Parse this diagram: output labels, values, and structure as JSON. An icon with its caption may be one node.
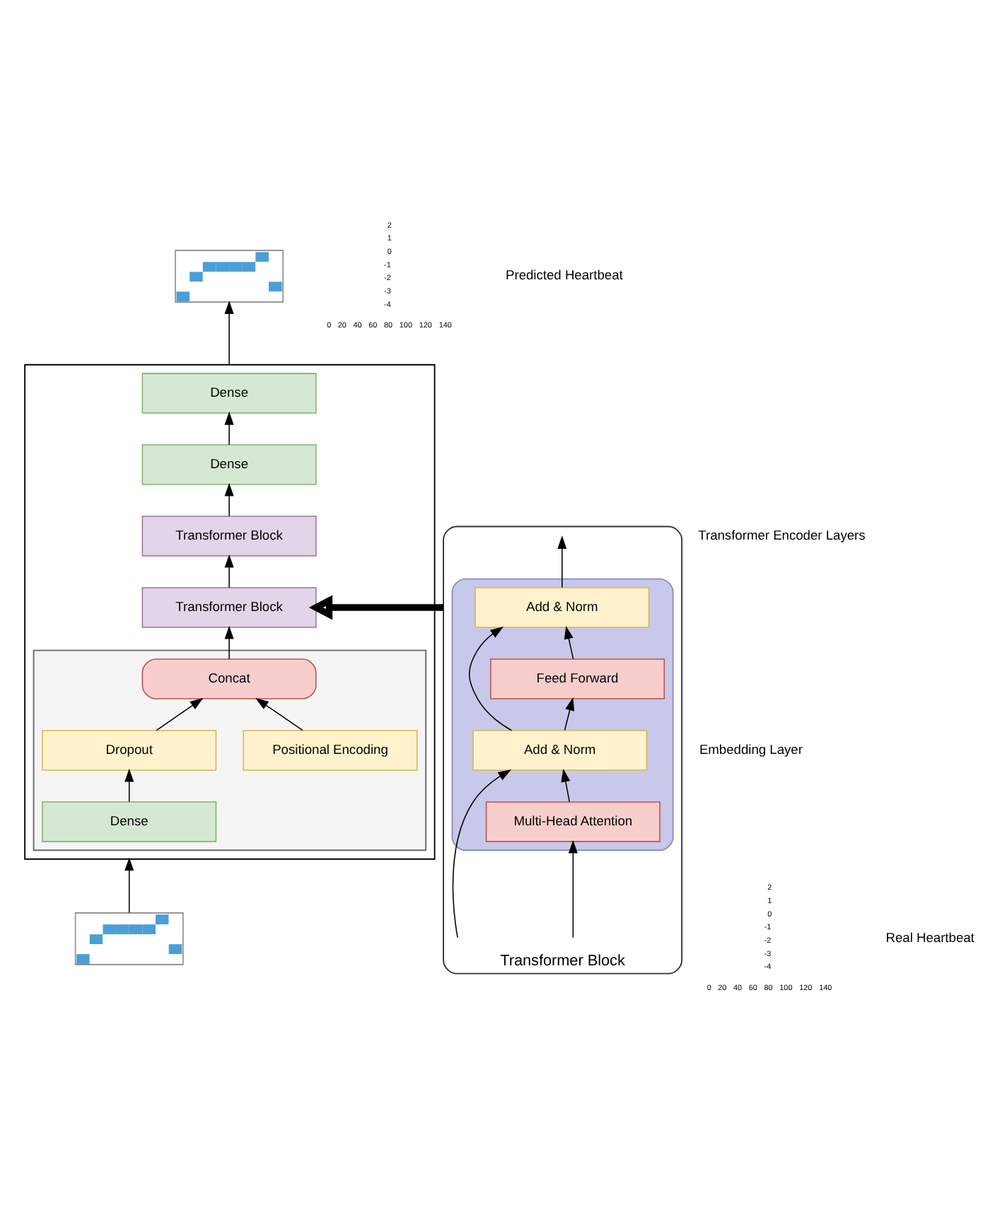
{
  "diagram": {
    "nodes": [
      {
        "text": [],
        "shape": "picture"
      },
      {
        "text": [],
        "shape": "box"
      },
      {
        "text": [
          "Dense"
        ],
        "in": 1
      },
      {
        "text": [
          "Dense"
        ],
        "in": 1
      },
      {
        "text": [
          "Transformer Block"
        ],
        "in": 1
      },
      {
        "text": [
          "Transformer Block"
        ],
        "in": 1
      },
      {
        "text": [],
        "shape": "box",
        "in": 1
      },
      {
        "text": [
          "Concat"
        ],
        "in": 6
      },
      {
        "text": [
          "Dropout"
        ],
        "in": 6
      },
      {
        "text": [
          "Positional Encoding"
        ],
        "in": 6
      },
      {
        "text": [
          "Dense"
        ],
        "in": 6
      },
      {
        "text": [],
        "shape": "picture"
      },
      {
        "text": [
          "Transformer Block"
        ]
      },
      {
        "text": [],
        "shape": "box",
        "in": 12
      },
      {
        "text": [
          "Add & Norm"
        ],
        "in": 13
      },
      {
        "text": [
          "Feed Forward"
        ],
        "in": 13
      },
      {
        "text": [
          "Add & Norm"
        ],
        "in": 13
      },
      {
        "text": [
          "Multi-Head Attention"
        ],
        "in": 13
      }
    ],
    "edges": [
      {
        "from": 11,
        "to": 1,
        "arrow": "to"
      },
      {
        "from": 10,
        "to": 8,
        "arrow": "to"
      },
      {
        "from": 8,
        "to": 7,
        "arrow": "to"
      },
      {
        "from": 9,
        "to": 7,
        "arrow": "to"
      },
      {
        "from": 7,
        "to": 5,
        "arrow": "to"
      },
      {
        "from": 5,
        "to": 4,
        "arrow": "to"
      },
      {
        "from": 4,
        "to": 3,
        "arrow": "to"
      },
      {
        "from": 3,
        "to": 2,
        "arrow": "to"
      },
      {
        "from": 1,
        "to": 0,
        "arrow": "to"
      },
      {
        "from": 12,
        "to": 5,
        "arrow": "to",
        "style": "thick"
      },
      {
        "from": null,
        "to": 17,
        "arrow": "to"
      },
      {
        "from": 17,
        "to": 16,
        "arrow": "to"
      },
      {
        "from": 16,
        "to": 15,
        "arrow": "to"
      },
      {
        "from": 15,
        "to": 14,
        "arrow": "to"
      },
      {
        "from": 14,
        "to": null,
        "arrow": "to"
      },
      {
        "from": null,
        "to": 16,
        "arrow": "to"
      },
      {
        "from": 16,
        "to": 14,
        "arrow": "to"
      }
    ],
    "labels": [
      "Predicted Heartbeat",
      "2",
      "1",
      "0",
      "-1",
      "-2",
      "-3",
      "-4",
      "0",
      "20",
      "40",
      "60",
      "80",
      "100",
      "120",
      "140",
      "Transformer Encoder Layers",
      "Embedding Layer",
      "Real Heartbeat",
      "2",
      "1",
      "0",
      "-1",
      "-2",
      "-3",
      "-4",
      "0",
      "20",
      "40",
      "60",
      "80",
      "100",
      "120",
      "140"
    ]
  }
}
